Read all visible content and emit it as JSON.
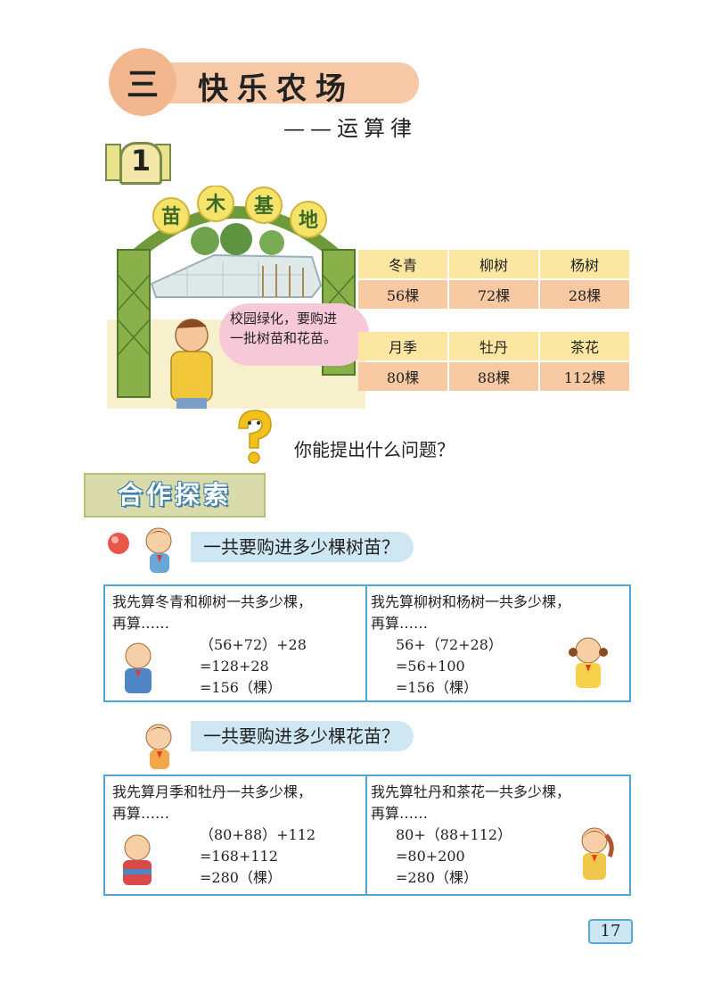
{
  "header": {
    "unit_number": "三",
    "title": "快乐农场",
    "subtitle": "——运算律"
  },
  "lesson_badge": "1",
  "scene": {
    "arch_chars": [
      "苗",
      "木",
      "基",
      "地"
    ],
    "speech": [
      "校园绿化，要购进",
      "一批树苗和花苗。"
    ]
  },
  "trees_table": {
    "headers": [
      "冬青",
      "柳树",
      "杨树"
    ],
    "values": [
      "56棵",
      "72棵",
      "28棵"
    ]
  },
  "flowers_table": {
    "headers": [
      "月季",
      "牡丹",
      "茶花"
    ],
    "values": [
      "80棵",
      "88棵",
      "112棵"
    ]
  },
  "prompt_question": "你能提出什么问题？",
  "section_tag": "合作探索",
  "question_1": "一共要购进多少棵树苗？",
  "question_2": "一共要购进多少棵花苗？",
  "box_1": {
    "left_text": [
      "我先算冬青和柳树一共多少棵，",
      "再算……"
    ],
    "left_calc": [
      "（56+72）+28",
      "=128+28",
      "=156（棵）"
    ],
    "right_text": [
      "我先算柳树和杨树一共多少棵，",
      "再算……"
    ],
    "right_calc": [
      "56+（72+28）",
      "=56+100",
      "=156（棵）"
    ]
  },
  "box_2": {
    "left_text": [
      "我先算月季和牡丹一共多少棵，",
      "再算……"
    ],
    "left_calc": [
      "（80+88）+112",
      "=168+112",
      "=280（棵）"
    ],
    "right_text": [
      "我先算牡丹和茶花一共多少棵，",
      "再算……"
    ],
    "right_calc": [
      "80+（88+112）",
      "=80+200",
      "=280（棵）"
    ]
  },
  "page_number": "17"
}
